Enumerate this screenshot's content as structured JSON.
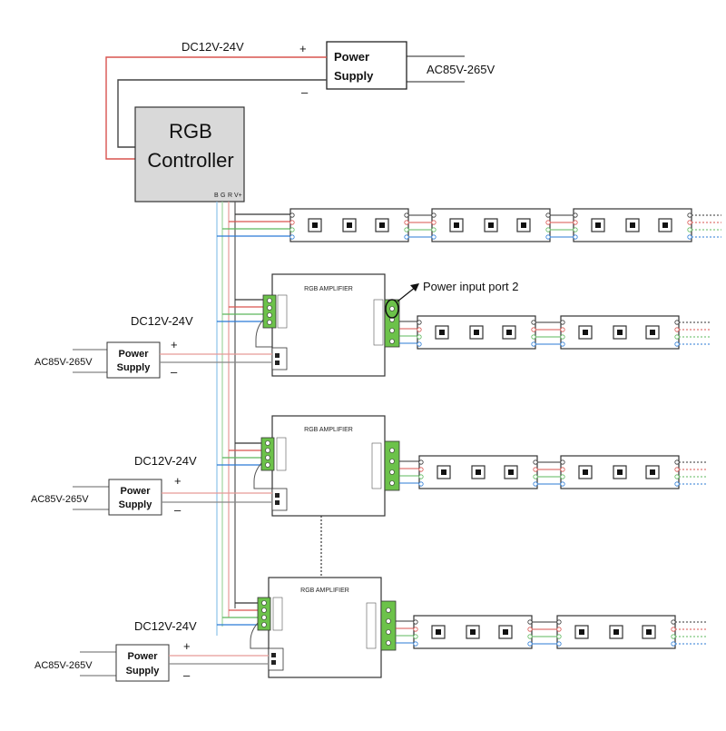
{
  "top_supply": {
    "line1": "Power",
    "line2": "Supply",
    "input_label": "AC85V-265V",
    "output_label": "DC12V-24V",
    "plus": "+",
    "minus": "–"
  },
  "controller": {
    "line1": "RGB",
    "line2": "Controller",
    "pins": {
      "b": "B",
      "g": "G",
      "r": "R",
      "v": "V+"
    }
  },
  "amplifiers": [
    {
      "title": "RGB AMPLIFIER",
      "dc_label": "DC12V-24V",
      "ac_label": "AC85V-265V",
      "supply_line1": "Power",
      "supply_line2": "Supply",
      "plus": "+",
      "minus": "–"
    },
    {
      "title": "RGB AMPLIFIER",
      "dc_label": "DC12V-24V",
      "ac_label": "AC85V-265V",
      "supply_line1": "Power",
      "supply_line2": "Supply",
      "plus": "+",
      "minus": "–"
    },
    {
      "title": "RGB AMPLIFIER",
      "dc_label": "DC12V-24V",
      "ac_label": "AC85V-265V",
      "supply_line1": "Power",
      "supply_line2": "Supply",
      "plus": "+",
      "minus": "–"
    }
  ],
  "callout": {
    "text": "Power input port 2"
  },
  "colors": {
    "red": "#d9534f",
    "green": "#5cb85c",
    "blue": "#2b7bd6",
    "black": "#333333",
    "controller_fill": "#d9d9d9",
    "terminal_green": "#6cc24a"
  }
}
